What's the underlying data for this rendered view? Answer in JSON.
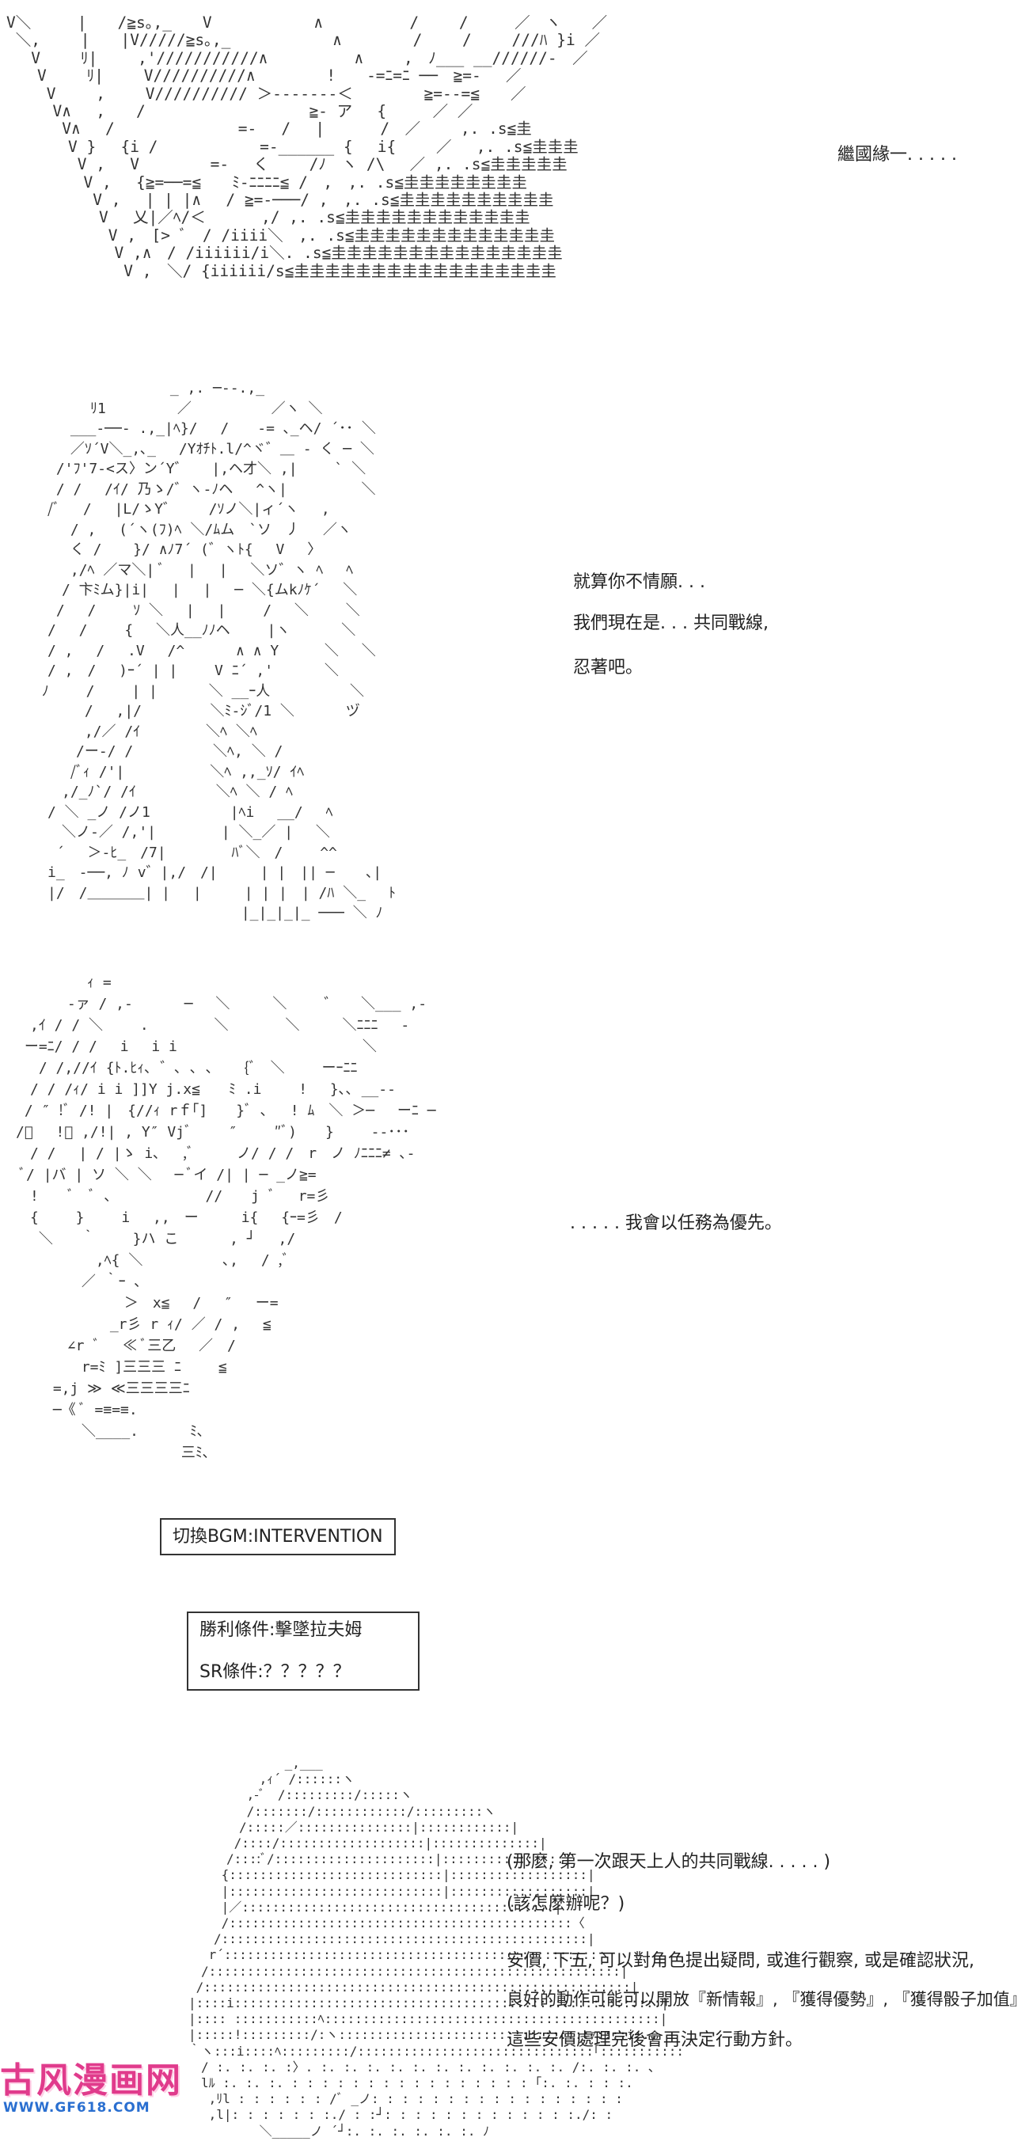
{
  "panel1": {
    "art": "V＼　　　|　　/≧s｡,_　　V　　　　　　 ∧　　　　　 /　　 /　　　／　ヽ　　／\n ＼,　　 |　　|V/////≧s｡,_　　　　　　 ∧　　　　 /　　 /　　 ///ﾊ }i ／\n　 V　　 ﾘ|　　 ,'///////////∧　　　　　 ∧　　 ,　ﾉ___ __//////-　／\n　　V　　 ﾘ|　　 V//////////∧　　　　 !　　-=ﾆ=ﾆ ──　≧=-　 ／\n　　 V　　 ,　　 V////////// ＞-------＜　　　　 ≧=--=≦　　／\n　　　V∧　 ,　　/　　　　　　　　　　 ≧- ア　 {　　　／ ／\n　　　 V∧　 /　　　　　　　　=-　 /　 |　　　 /　／　　 ,. .s≦圭\n　　　　V }　 {i /　　　　　　 =-______ {　 i{　　 ／　 ,. .s≦圭圭圭\n　　　　 V ,　 V　　　　 =-　 く　　 /ﾉ　ヽ /\\　 ／ ,. .s≦圭圭圭圭圭\n　　　　　V ,　 {≧=──=≦　　ﾐ-ﾆﾆﾆﾆ≦ /　,　,. .s≦圭圭圭圭圭圭圭圭\n　　　　　 V ,　 | | |∧　 / ≧=-───/ ,　,. .s≦圭圭圭圭圭圭圭圭圭圭\n　　　　　　V　 乂|／ﾍ/＜　　　 ,/ ,. .s≦圭圭圭圭圭圭圭圭圭圭圭圭\n　　　　　　 V ,　[> ﾞ　/ /iiii＼　,. .s≦圭圭圭圭圭圭圭圭圭圭圭圭圭\n　　　　　　　V ,∧　/ /iiiiii/i＼. .s≦圭圭圭圭圭圭圭圭圭圭圭圭圭圭圭\n　　　　　　　 V ,　＼/ {iiiiii/s≦圭圭圭圭圭圭圭圭圭圭圭圭圭圭圭圭圭",
    "text": "繼國緣一. . . . ."
  },
  "panel2": {
    "art": "　　　　　　　　　 _ ,. ─‐-.,_\n　　　　ﾘ1　　　　　／　　　　　 ／ヽ ＼\n　　 ___-──- .,_|ﾍ}/　 /　　-= ､_ヘ/ ´･･ ＼\n 　　／ｿ´V＼_,､_　 /Yｵﾁﾄ.l/^ヾ゛＿ - く ─ ＼\n　 /'ﾌ'7-<ス〉ン´Y゛　 |,ヘ才＼ ,|　　 ` ＼\n　 / /　 /ｲ/ 乃ゝ/゛ヽ-ﾉヘ　 ^ヽ|　　　 　 ＼\n　/ﾞ　 /　 |L/ゝY゛ 　 /ｿノ＼|ィ´ヽ　 ,\n　　 / ,　 (´ヽ(ﾌ)ﾍ ＼/ﾑム　`ソ　丿　 ／ヽ\n　　 く / 　 }/ ∧ﾉ7´ (゛ヽﾄ{ 　V　 〉\n　　 ,/ﾍ ／マ＼| ﾞ　 |　 |　 ＼ソ゛ヽ ﾍ　 ﾍ\n　　/ 卞ﾐム}|i| 　|　 |　 ─ ＼{ムkﾉｹ´　 ＼\n　 /　 /　　 ｿ ＼　 |　 |　　 /　 ＼　　 ＼\n　/　 /　　 {　 ＼人__ﾉﾉヘ　　 |ヽ　　　 ＼\n　/ ,　 /　 .V　 /^　　　 ∧ ∧ Y 　　 ＼　 ＼\n　/ ,　/　 )ｰ´ | |　　 V ﾆ´ ,'　　　 ＼\n ﾉ　　 /　　 | |　　　 ＼ __ｰ人　　　　　 ＼\n　　　 /　 ,|/　 　 　 ＼ﾐ-ｼﾞ/1 ＼　　　 ヅ\n　　　 ,/／ /ｲ　　　　 ＼ﾍ ＼ﾍ\n　　　/ー-/ /　　　　　 ＼ﾍ, ＼ /\n　　 /ﾞｨ /'|　　　　　　＼ﾍ ,,_ｿ/ ｲﾍ\n　　,/_ﾉ`/ /ｲ　　　　　 ＼ﾍ ＼ / ﾍ\n　/ ＼ _ノ /ノ1　　　　　 |ﾍi　 __/　 ﾍ\n　　＼ノ-／ /,'|　　　　 | ＼_／ |　 ＼\n　 ´　 ＞-ﾋ_　/7|　　　　 ﾊﾞ＼　/　　 ^^\n　i_　-──, ﾉ v゛|,/　/|　　　| |　|| ─ 　 ､|\n　|/　/＿＿＿＿| | 　|　　　| | |　| /ﾊ ＼_　 ﾄ\n　　　　　　　　　　　　　　 |_|_|_|_ ─── ＼ ﾉ",
    "lines": [
      "就算你不情願. . .",
      "我們現在是. . . 共同戰線,",
      "忍著吧。"
    ]
  },
  "panel3": {
    "art": "　　　　　ｨ =\n　　　 -ァ / ,-　　　 ─　 ＼　　　＼　　 ゛　 ＼___ ,-\n　,ｲ / / ＼　　 .　　　　 ＼　　　　＼　　　＼ﾆﾆﾆ　 -\n ー=ﾆ/ / /　 i　 i i　　　　　　　　　　　　　＼\n　 / /,//ｲ {ﾄ.ﾋｨ､ ゛､ ､ ､ 　 {ﾞ　＼　　 ーｰﾆﾆ\n　/ / /ｨ/ i i ]]Y j.x≦　　ﾐ .i　　 !　 }､､ __--\n / ″ !ﾞ /! |　{//ｨ rｆ｢]　　}ﾞ ､　 ! ﾑ　＼ ＞─　 ーﾆ ─\n/ﾞ 　!ﾞ ,/!| , Y″ Vjﾞ　　 ″　　 ″ﾞ)　　}　　 --･･･\n　/ /　 | / |ゝ i､　 ,ﾞ　　　ノ/ / /　r　ノ ﾉﾆﾆﾆ≠ ､-\n ﾞ/ |バ | ソ ＼ ＼　 ─ ﾞイ /| | ─ _ノ≧=\n　!　　ﾞ　ﾞ ､ 　　　　　　//　　j ﾞ　 r=彡\n　{　　 }　　 i　 ,,　ー　　　i{　 {ｰ=彡　/\n　 ＼　　｀　　 }ハ こ　　　 , ┘　 ,/\n　　　　　 ,ﾍ{ ＼　　　　　 ､,　 / ,ﾞ\n　　　　 ／ ｀ｰ ､\n　　　　　　　 ＞　x≦　 /　 ″　 ー=\n　　　　　　 _r彡 r ｨ/ ／ / ,　 ≦\n　　　 ∠r ﾞ　 ≪ ﾞ三乙　 ／　/\n　　　　 r=ﾐ ]三三三 ﾆ　　 ≦\n　　 =,j ≫ ≪三三三三ﾆ\n　　 ─《 ﾞ =≡=≡.\n　　　　 ＼____.　　　 ﾐ､\n　　　　　　　　　　　 三ﾐ､",
    "text": ". . . . . 我會以任務為優先。"
  },
  "bgm_box": {
    "text": "切換BGM:INTERVENTION"
  },
  "condition_box": {
    "win_label": "勝利條件:",
    "win_value": "擊墜拉夫姆",
    "sr_label": "SR條件:",
    "sr_value": "？？？？？"
  },
  "panel4": {
    "art": "　　　　　　　 _,___\n　　　　　 ,ｨ´ /::::::ヽ\n　　　　 ,-ﾞ　/:::::::::/:::::ヽ\n　　　　 /:::::::/::::::::::::/:::::::::ヽ\n　　　　/:::::／:::::::::::::::|::::::::::::|\n　　　 /::::/:::::::::::::::::::|::::::::::::::|\n　　　/::::ﾞ/:::::::::::::::::::::|::::::::::::::::|\n　　 {::::::::::::::::::::::::::::|::::::::::::::::::|\n　　 |::::::::::::::::::::::::::::|::::::::::::::::::|\n　　 |／:::::::::::::::::::::::::::::::::::::::::|\n　　 /:::::::::::::::::::::::::::::::::::::::::::::〈\n　　/::::::::::::::::::::::::::::::::::::::::::::::::|\n　 r´:::::::::::::::::::::::::::::::::::::::::::::::::ヽ\n　/::::::::::::::::::::::::::::::::::::::::::::::::::::::|\n /::::::::::::::::::::::::::::::::::::::::::::::::::::::::|\n|::::i::::::::::::::::::::::::::::::::::::::::::::::::::::::::|\n|:::: :::::::::::ﾍ::::::::::::::::::::::::::::::::::::::::::::|\n|:::::!:::::::::/:ヽ:::::::::::::::::::::::::::::::::ｧ::::i:.,\n｀ヽ:::i::::ﾍ:::::::::/:::::::::::::::::::::::::::::::｢:::::::::::｀\n　/ :. :. :. :〉. :. :. :. :. :. :. :. :. :. :. :. /:. :. :. ､\n　lﾙ :. :. :. : : : : : : : : : : : : : : : : ｢:. :. : : :.\n　 ,ﾘl : : : : : : /ﾞ _ノ: : : : : : : : : : : : : : : : :\n　 ,l|: : : : : : :./ : :┘: : : : : : : : : : : : :./: :\n　　　　　 ＼_____ノ ´┘:. :. :. :. :. :. ﾉ",
    "lines": [
      "(那麽, 第一次跟天上人的共同戰線. . . . . )",
      "(該怎麽辦呢？)",
      "安價, 下五, 可以對角色提出疑問, 或進行觀察, 或是確認狀況,",
      "良好的動作可能可以開放『新情報』, 『獲得優勢』, 『獲得骰子加值』",
      "這些安價處理完後會再決定行動方針。"
    ]
  },
  "watermark": {
    "title": "古风漫画网",
    "url": "WWW.GF618.COM"
  }
}
